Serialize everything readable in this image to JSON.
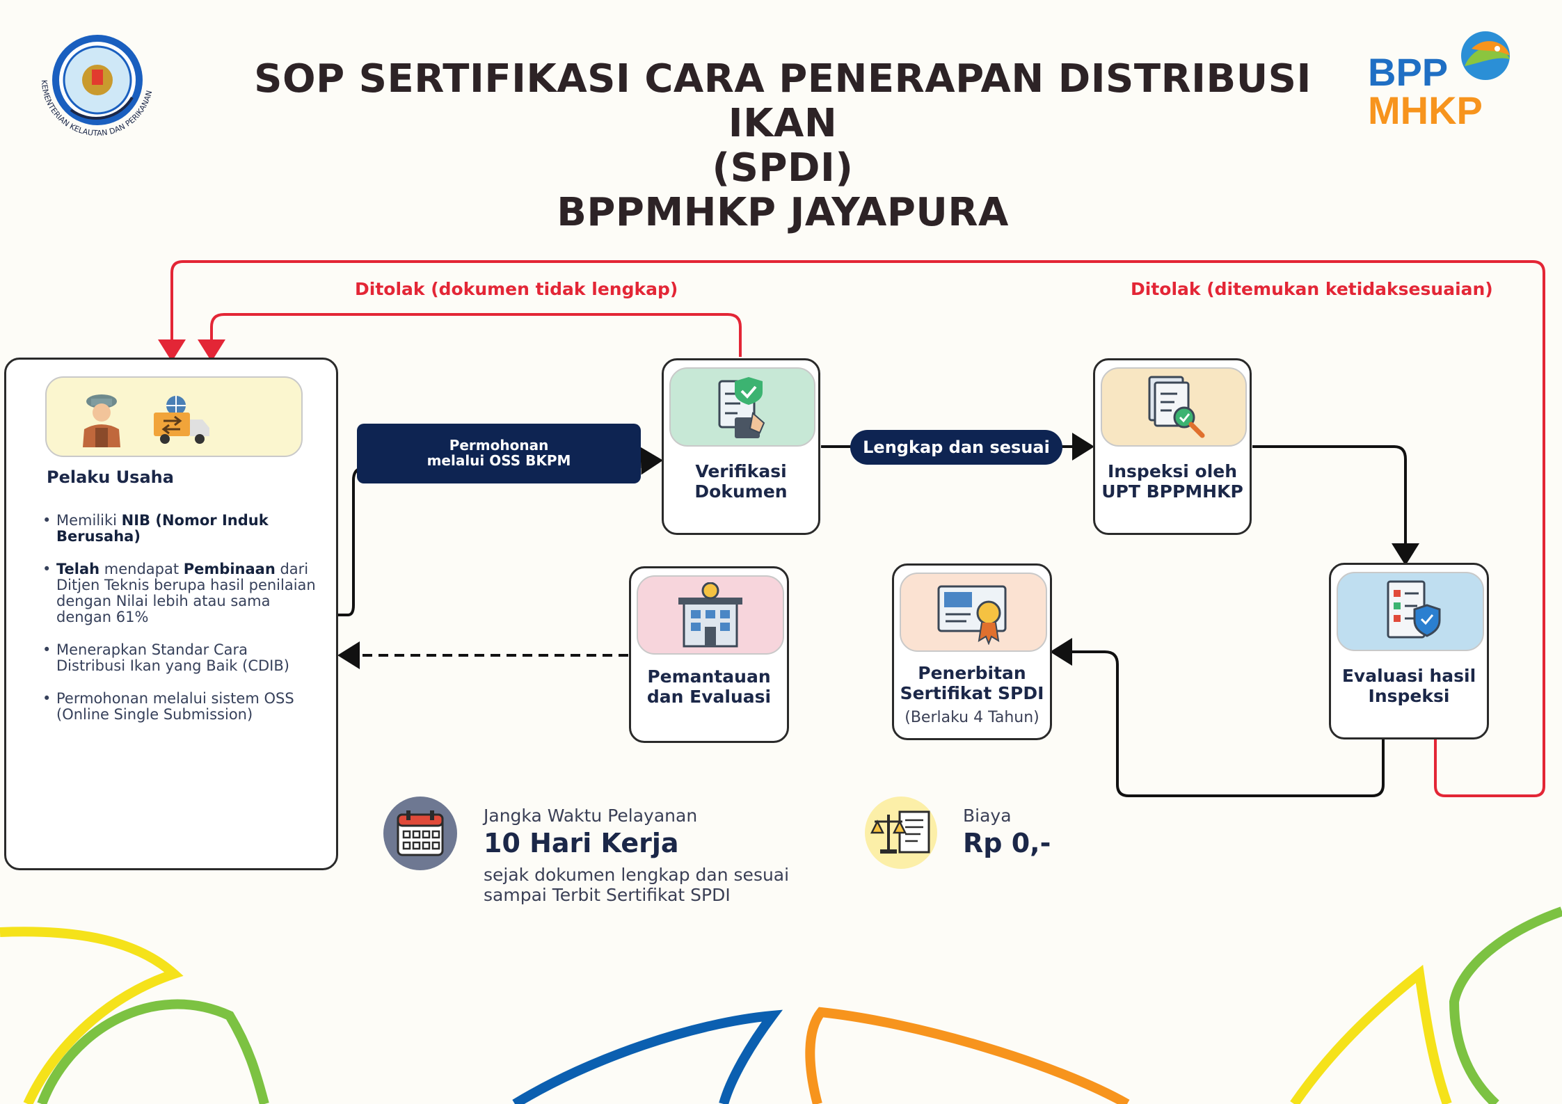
{
  "header": {
    "title_line1": "SOP SERTIFIKASI CARA PENERAPAN DISTRIBUSI IKAN",
    "title_line2": "(SPDI)",
    "title_line3": "BPPMHKP JAYAPURA",
    "left_logo_text": "KEMENTERIAN KELAUTAN DAN PERIKANAN",
    "right_logo_line1": "BPP",
    "right_logo_line2": "MHKP"
  },
  "flow": {
    "reject_docs": "Ditolak (dokumen tidak lengkap)",
    "reject_inspection": "Ditolak (ditemukan ketidaksesuaian)",
    "submit_line1": "Permohonan",
    "submit_line2": "melalui OSS BKPM",
    "complete": "Lengkap dan sesuai"
  },
  "pelaku": {
    "label": "Pelaku Usaha",
    "req1_a": "Memiliki ",
    "req1_b": "NIB (Nomor Induk Berusaha)",
    "req2_a": "Telah",
    "req2_b": " mendapat ",
    "req2_c": "Pembinaan",
    "req2_d": " dari Ditjen Teknis berupa hasil penilaian dengan Nilai lebih atau sama dengan 61%",
    "req3": "Menerapkan Standar Cara Distribusi Ikan yang Baik (CDIB)",
    "req4": "Permohonan melalui sistem OSS (Online Single Submission)"
  },
  "steps": {
    "verifikasi_1": "Verifikasi",
    "verifikasi_2": "Dokumen",
    "inspeksi_1": "Inspeksi oleh",
    "inspeksi_2": "UPT BPPMHKP",
    "evaluasi_1": "Evaluasi hasil",
    "evaluasi_2": "Inspeksi",
    "penerbitan_1": "Penerbitan",
    "penerbitan_2": "Sertifikat SPDI",
    "penerbitan_note": "(Berlaku 4 Tahun)",
    "pemantauan_1": "Pemantauan",
    "pemantauan_2": "dan Evaluasi"
  },
  "footer": {
    "duration_label": "Jangka Waktu Pelayanan",
    "duration_value": "10 Hari Kerja",
    "duration_note1": "sejak dokumen lengkap dan sesuai",
    "duration_note2": "sampai Terbit Sertifikat SPDI",
    "cost_label": "Biaya",
    "cost_value": "Rp 0,-"
  },
  "colors": {
    "navy": "#0e2452",
    "reject_red": "#e32636",
    "bpp_blue": "#1f6fc4",
    "bpp_orange": "#f7941d"
  }
}
